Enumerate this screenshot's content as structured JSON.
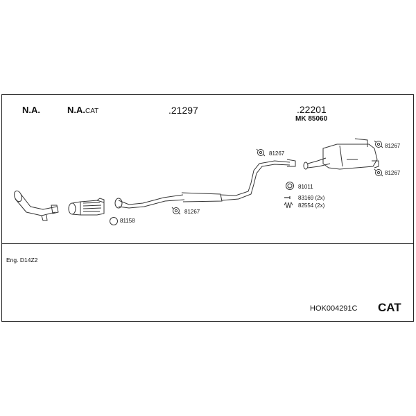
{
  "header": {
    "col1": "N.A.",
    "col2_main": "N.A.",
    "col2_sub": "CAT",
    "col3": ".21297",
    "col4": ".22201",
    "col4_kit": "MK 85060"
  },
  "parts": {
    "p81158": "81158",
    "p81267_a": "81267",
    "p81267_b": "81267",
    "p81267_c": "81267",
    "p81267_d": "81267",
    "p81011": "81011",
    "p83169": "83169 (2x)",
    "p82554": "82554 (2x)"
  },
  "footer": {
    "engine": "Eng. D14Z2",
    "kit_code": "HOK004291C",
    "type": "CAT"
  }
}
